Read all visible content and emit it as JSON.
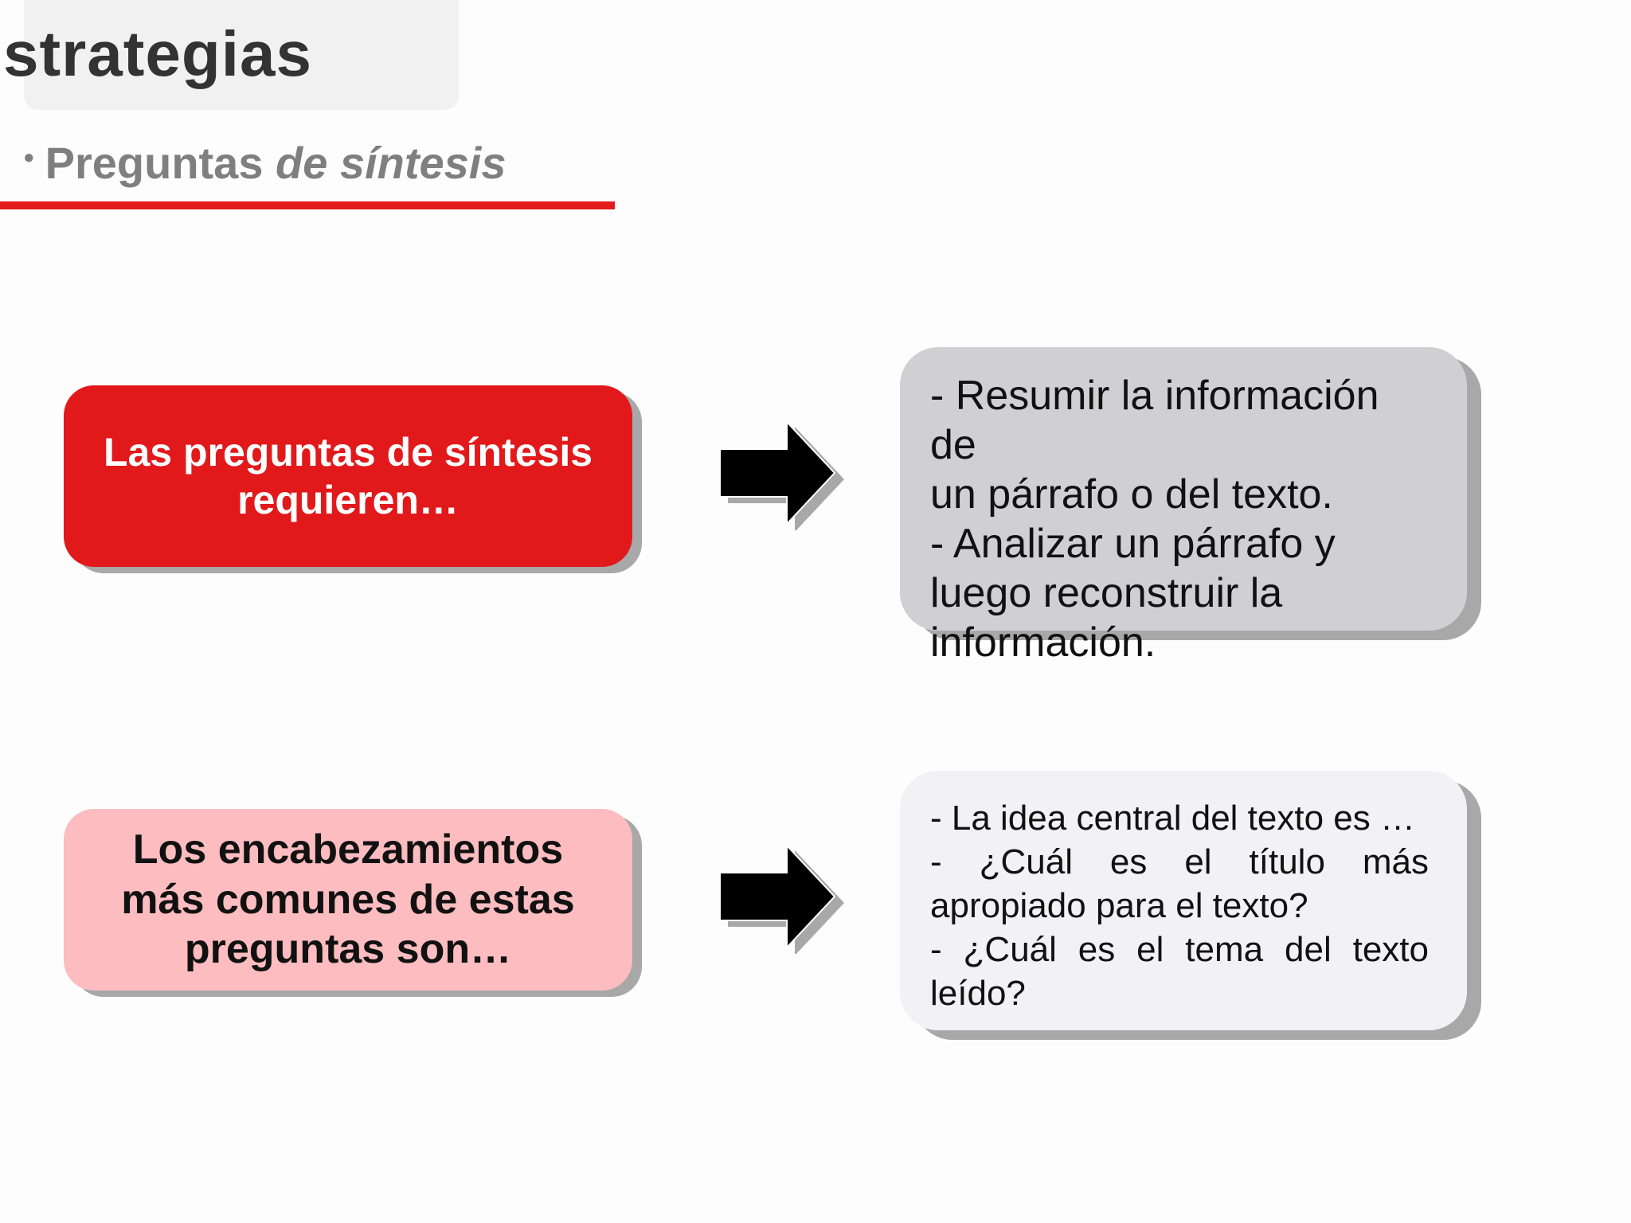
{
  "header": {
    "title": "strategias",
    "subtitle_regular": "Preguntas ",
    "subtitle_italic": "de síntesis"
  },
  "diagram": {
    "row1": {
      "left_text_line1": "Las preguntas de síntesis",
      "left_text_line2": "requieren…",
      "right_lines": [
        "- Resumir la información de",
        "un párrafo o del texto.",
        "- Analizar un párrafo y",
        "luego reconstruir la",
        "información."
      ]
    },
    "row2": {
      "left_text_line1": "Los encabezamientos",
      "left_text_line2": "más comunes de estas",
      "left_text_line3": "preguntas son…",
      "right_lines": [
        "- La idea central del texto es …",
        "- ¿Cuál es el título más",
        "apropiado para el texto?",
        "- ¿Cuál es el tema del texto",
        "leído?"
      ]
    }
  },
  "colors": {
    "accent_red": "#e2191b",
    "light_pink": "#fdbcbf",
    "grey_box": "#d0d0d2",
    "light_box": "#f2f1f3",
    "shadow": "#a8a8a8",
    "title_text": "#333333",
    "subtitle_text": "#7f7f7f"
  },
  "icons": [
    "bullet-icon",
    "right-arrow-icon"
  ]
}
